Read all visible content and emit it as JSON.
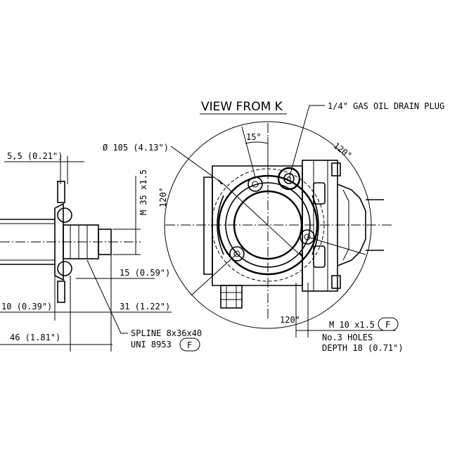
{
  "view": {
    "title": "VIEW FROM K"
  },
  "labels": {
    "drain_plug": "1/4\" GAS OIL DRAIN PLUG",
    "angle_15": "15°",
    "angle_120_top": "120°",
    "angle_120_left": "120°",
    "angle_120_bottom": "120°",
    "diameter": "Ø 105 (4.13\")",
    "thread_m35": "M 35 x1.5",
    "dim_5_5": "5,5 (0.21\")",
    "dim_15": "15 (0.59\")",
    "dim_10": "10 (0.39\")",
    "dim_31": "31 (1.22\")",
    "dim_46": "46 (1.81\")",
    "spline_line1": "SPLINE 8x36x40",
    "spline_line2": "UNI 8953",
    "spline_badge": "F",
    "holes_line1": "M 10 x1.5",
    "holes_line2": "No.3 HOLES",
    "holes_line3": "DEPTH 18 (0.71\")",
    "holes_badge": "F"
  }
}
